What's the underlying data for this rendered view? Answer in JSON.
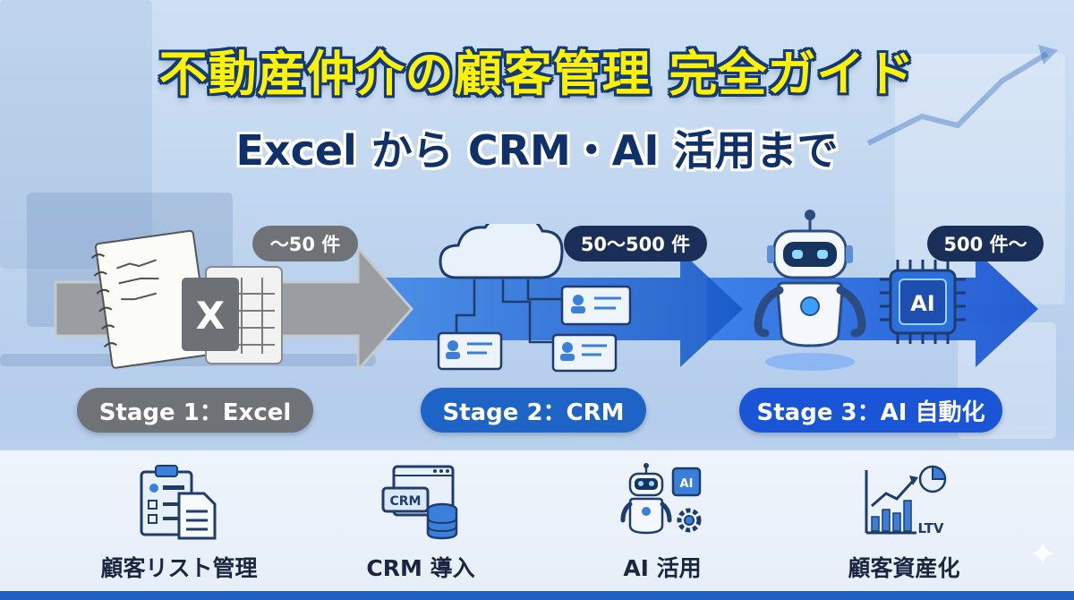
{
  "title": {
    "line1": "不動産仲介の顧客管理 完全ガイド",
    "line2": "Excel から CRM・AI 活用まで"
  },
  "stages": [
    {
      "count": "〜50 件",
      "label": "Stage 1：Excel",
      "icon_text": "X",
      "color": "#6f7378"
    },
    {
      "count": "50〜500 件",
      "label": "Stage 2：CRM",
      "color": "#1e63c6"
    },
    {
      "count": "500 件〜",
      "label": "Stage 3：AI 自動化",
      "icon_text": "AI",
      "color": "#1a55d8"
    }
  ],
  "features": [
    {
      "label": "顧客リスト管理",
      "icon": "clipboard-document-icon"
    },
    {
      "label": "CRM 導入",
      "icon": "crm-database-icon",
      "icon_text": "CRM"
    },
    {
      "label": "AI 活用",
      "icon": "robot-chip-icon",
      "icon_text": "AI"
    },
    {
      "label": "顧客資産化",
      "icon": "growth-chart-icon",
      "icon_text": "LTV"
    }
  ],
  "colors": {
    "title_yellow": "#fff200",
    "title_outline": "#123a7a",
    "navy": "#10306a",
    "blue": "#1e63c6",
    "gray": "#6f7378"
  }
}
